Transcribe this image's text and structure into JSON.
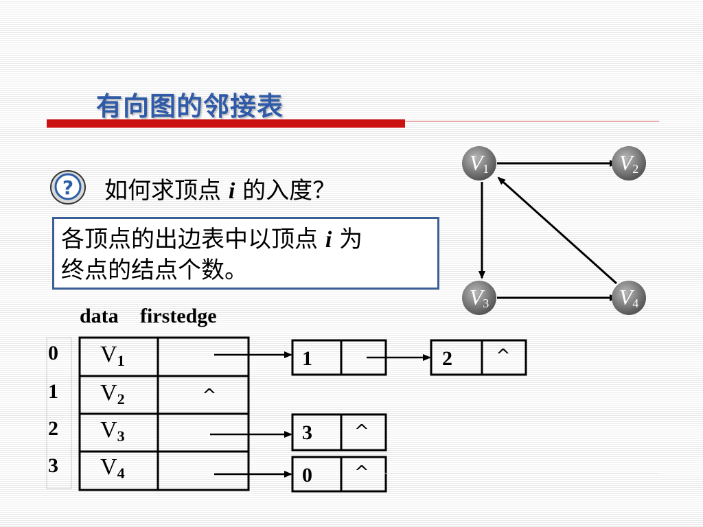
{
  "slide": {
    "title": "有向图的邻接表",
    "question_text_before": "如何求顶点 ",
    "question_var": "i",
    "question_text_after": " 的入度？",
    "answer_line1_before": "各顶点的出边表中以顶点 ",
    "answer_var": "i",
    "answer_line1_after": " 为",
    "answer_line2": "终点的结点个数。",
    "icon": "question-mark-icon"
  },
  "graph": {
    "nodes": [
      {
        "id": "V1",
        "letter": "V",
        "sub": "1"
      },
      {
        "id": "V2",
        "letter": "V",
        "sub": "2"
      },
      {
        "id": "V3",
        "letter": "V",
        "sub": "3"
      },
      {
        "id": "V4",
        "letter": "V",
        "sub": "4"
      }
    ],
    "edges": [
      {
        "from": "V1",
        "to": "V2"
      },
      {
        "from": "V1",
        "to": "V3"
      },
      {
        "from": "V3",
        "to": "V4"
      },
      {
        "from": "V4",
        "to": "V1"
      }
    ]
  },
  "adjacency": {
    "header_data": "data",
    "header_firstedge": "firstedge",
    "null_symbol": "^",
    "rows": [
      {
        "index": "0",
        "letter": "V",
        "sub": "1",
        "list": [
          {
            "val": "1"
          },
          {
            "val": "2"
          }
        ]
      },
      {
        "index": "1",
        "letter": "V",
        "sub": "2",
        "list": []
      },
      {
        "index": "2",
        "letter": "V",
        "sub": "3",
        "list": [
          {
            "val": "3"
          }
        ]
      },
      {
        "index": "3",
        "letter": "V",
        "sub": "4",
        "list": [
          {
            "val": "0"
          }
        ]
      }
    ]
  }
}
